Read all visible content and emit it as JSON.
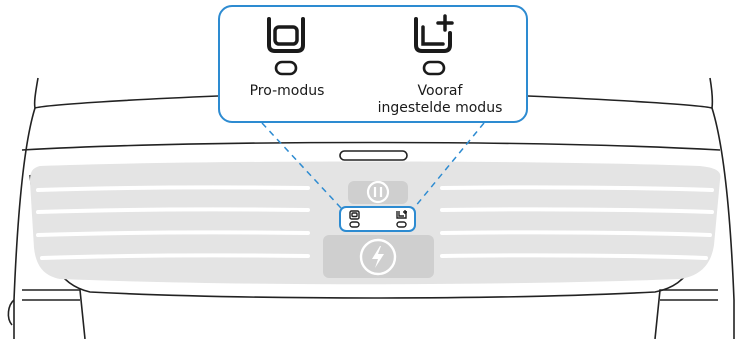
{
  "diagram": {
    "callout": {
      "modes": [
        {
          "id": "pro",
          "label": "Pro-modus",
          "icon": "pro-mode-icon"
        },
        {
          "id": "preset",
          "label_line1": "Vooraf",
          "label_line2": "ingestelde modus",
          "icon": "preset-mode-icon"
        }
      ]
    },
    "device": {
      "buttons": [
        "pause-button",
        "power-button"
      ],
      "indicator_panel_icons": [
        "pro-mode-icon-small",
        "preset-mode-icon-small"
      ]
    },
    "colors": {
      "accent": "#2d8bd1",
      "panel": "#e3e3e3",
      "button": "#c9c9c9",
      "outline": "#222222"
    }
  }
}
